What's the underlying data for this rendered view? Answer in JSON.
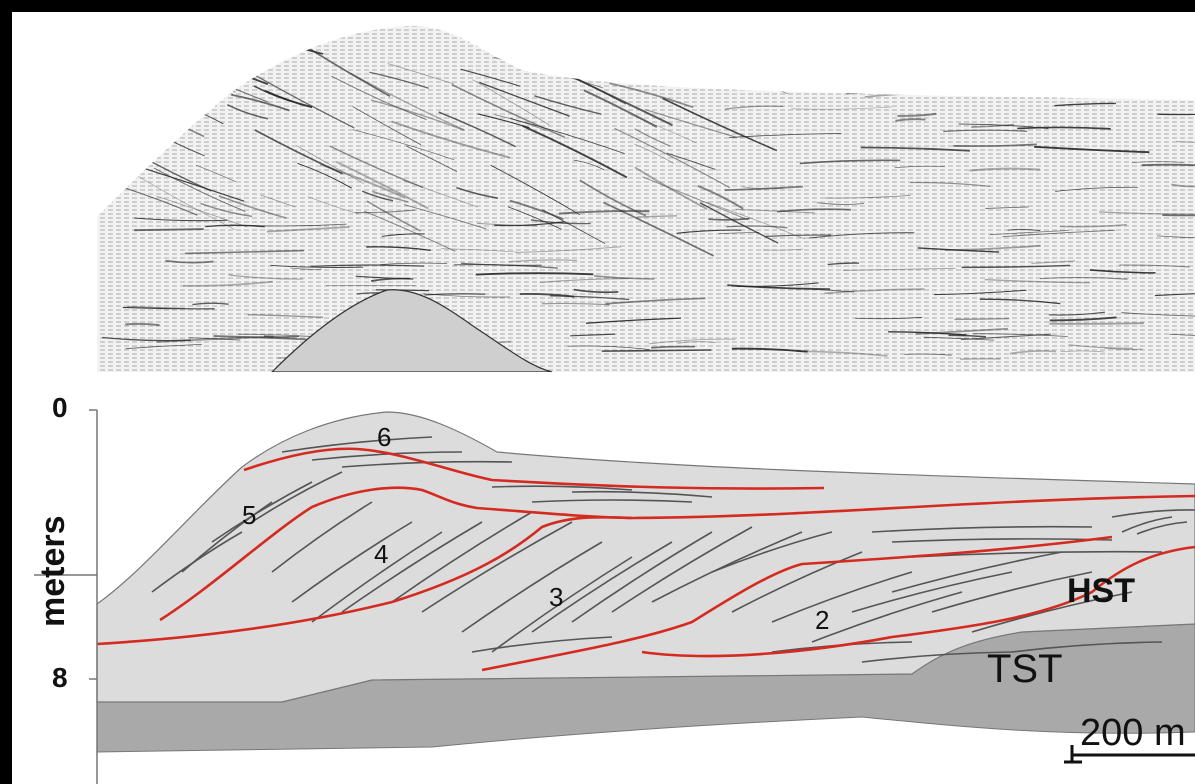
{
  "axis": {
    "unit_label": "meters",
    "tick_top": "0",
    "tick_bottom": "8"
  },
  "units": {
    "u2": "2",
    "u3": "3",
    "u4": "4",
    "u5": "5",
    "u6": "6"
  },
  "systems_tracts": {
    "hst": "HST",
    "tst": "TST"
  },
  "scale_bar": {
    "label": "200 m"
  },
  "colors": {
    "frame": "#000000",
    "background": "#ffffff",
    "deposit_fill": "#dcdcdc",
    "tst_fill": "#a9a9a9",
    "boundary_red": "#d42a1f",
    "reflector_gray": "#555555"
  }
}
